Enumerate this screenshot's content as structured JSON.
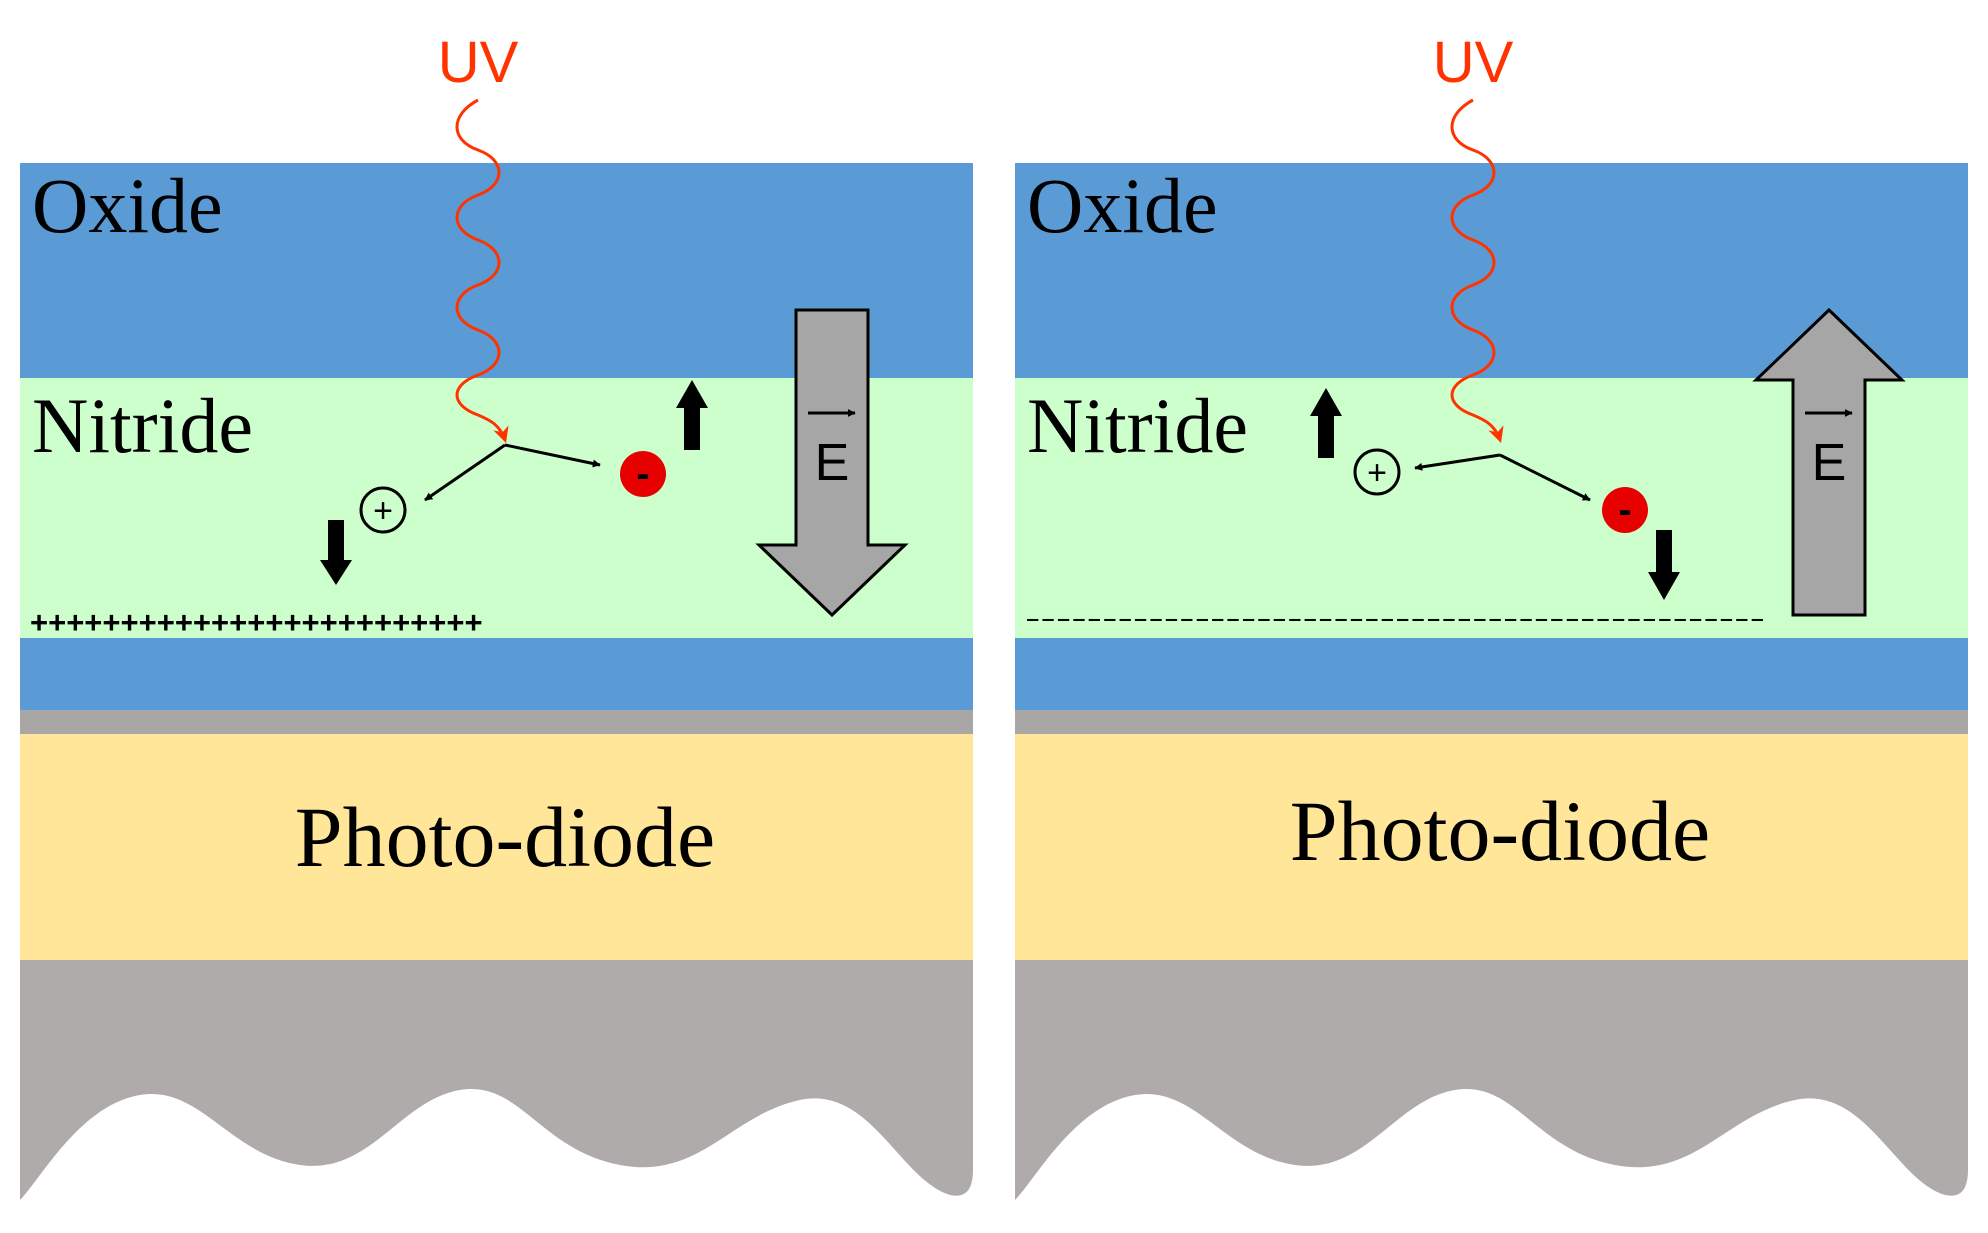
{
  "colors": {
    "oxide": "#5b9bd5",
    "nitride": "#ccffcc",
    "interface_gray": "#a9a6a6",
    "photodiode": "#ffe699",
    "substrate": "#afabab",
    "uv": "#ff3300",
    "electron": "#e60000",
    "field_arrow": "#a6a6a6",
    "charge_arrow": "#000000"
  },
  "icons": {
    "uv_photon": "wavy-arrow-icon",
    "electron": "electron-icon",
    "hole": "hole-icon",
    "field": "block-arrow-icon"
  },
  "panels": [
    {
      "uv_label": "UV",
      "oxide_label": "Oxide",
      "nitride_label": "Nitride",
      "photodiode_label": "Photo-diode",
      "field_label": "E",
      "field_direction": "down",
      "trapped_charges": "+++++++++++++++++++++++++",
      "electron_symbol": "-",
      "hole_symbol": "+"
    },
    {
      "uv_label": "UV",
      "oxide_label": "Oxide",
      "nitride_label": "Nitride",
      "photodiode_label": "Photo-diode",
      "field_label": "E",
      "field_direction": "up",
      "trapped_charges": "------------------------------------------------",
      "electron_symbol": "-",
      "hole_symbol": "+"
    }
  ]
}
